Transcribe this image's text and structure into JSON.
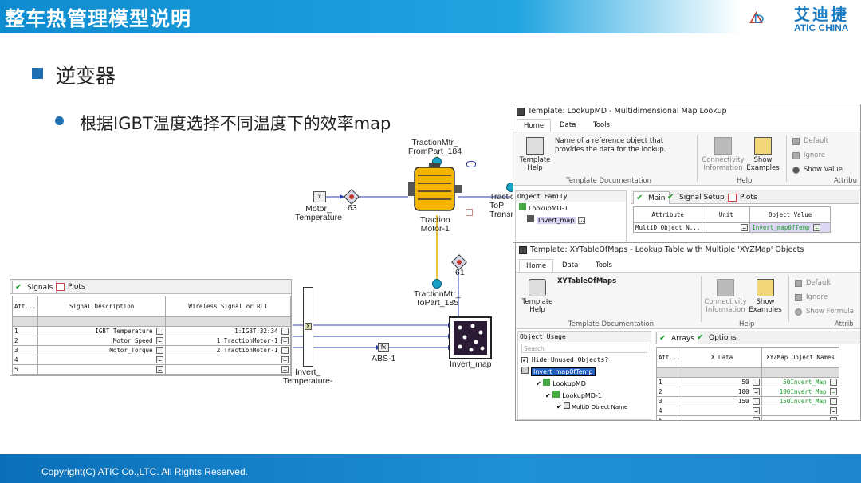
{
  "header": {
    "title": "整车热管理模型说明",
    "logo_cn": "艾迪捷",
    "logo_en": "ATIC CHINA"
  },
  "slide": {
    "section_title": "逆变器",
    "sub_title": "根据IGBT温度选择不同温度下的效率map"
  },
  "footer": {
    "copyright": "Copyright(C) ATIC Co.,LTC. All Rights Reserved."
  },
  "diagram": {
    "from_part_label": "TractionMtr_\nFromPart_184",
    "motor_label": "Traction\nMotor-1",
    "to_part_label": "TractionMtr_\nToPart_185",
    "motor_temp_label": "Motor_\nTemperature",
    "node_63": "63",
    "node_61": "61",
    "transmission_label": "Tractio\nToP\nTransm",
    "invert_temp_label": "Invert_\nTemperature-",
    "abs_label": "ABS-1",
    "invert_map_label": "Invert_map"
  },
  "signals_panel": {
    "tabs": [
      "Signals",
      "Plots"
    ],
    "columns": [
      "Att...",
      "Signal Description",
      "Wireless Signal or RLT"
    ],
    "rows": [
      {
        "num": "1",
        "desc": "IGBT Temperature",
        "sig": "1:IGBT:32:34"
      },
      {
        "num": "2",
        "desc": "Motor_Speed",
        "sig": "1:TractionMotor-1"
      },
      {
        "num": "3",
        "desc": "Motor_Torque",
        "sig": "2:TractionMotor-1"
      },
      {
        "num": "4",
        "desc": "",
        "sig": ""
      },
      {
        "num": "5",
        "desc": "",
        "sig": ""
      }
    ]
  },
  "lookup_window": {
    "title": "Template: LookupMD - Multidimensional Map Lookup",
    "tabs": [
      "Home",
      "Data",
      "Tools"
    ],
    "template_help": "Template\nHelp",
    "help_text": "Name of a reference object that provides the data for the lookup.",
    "template_doc": "Template Documentation",
    "connectivity": "Connectivity\nInformation",
    "show_examples": "Show\nExamples",
    "help_group": "Help",
    "default": "Default",
    "ignore": "Ignore",
    "show_value": "Show Value",
    "attrib_group": "Attribu",
    "object_family": "Object Family",
    "tree": [
      "LookupMD-1",
      "Invert_map"
    ],
    "subtabs": [
      "Main",
      "Signal Setup",
      "Plots"
    ],
    "columns": [
      "Attribute",
      "Unit",
      "Object Value"
    ],
    "row_attr": "MultiD Object N...",
    "row_value": "Invert_map0fTemp"
  },
  "xyz_window": {
    "title": "Template: XYTableOfMaps - Lookup Table with Multiple 'XYZMap' Objects",
    "tabs": [
      "Home",
      "Data",
      "Tools"
    ],
    "name": "XYTableOfMaps",
    "template_help": "Template\nHelp",
    "template_doc": "Template Documentation",
    "connectivity": "Connectivity\nInformation",
    "show_examples": "Show\nExamples",
    "help_group": "Help",
    "default": "Default",
    "ignore": "Ignore",
    "show_formula": "Show Formula",
    "attrib_group": "Attrib",
    "object_usage": "Object Usage",
    "search_placeholder": "Search",
    "hide_unused": "Hide Unused Objects?",
    "tree": [
      "Invert_map0fTemp",
      "LookupMD",
      "LookupMD-1",
      "MultiD Object Name"
    ],
    "subtabs": [
      "Arrays",
      "Options"
    ],
    "columns": [
      "Att...",
      "X Data",
      "XYZMap Object Names"
    ],
    "rows": [
      {
        "num": "1",
        "x": "50",
        "name": "50Invert_Map"
      },
      {
        "num": "2",
        "x": "100",
        "name": "100Invert_Map"
      },
      {
        "num": "3",
        "x": "150",
        "name": "150Invert_Map"
      },
      {
        "num": "4",
        "x": "",
        "name": ""
      },
      {
        "num": "5",
        "x": "",
        "name": ""
      }
    ]
  },
  "colors": {
    "header_blue": "#0f8ccf",
    "footer_blue": "#0a6fb8",
    "bullet_blue": "#1f6fb4",
    "motor_orange": "#f4b400",
    "link_green": "#1a9a2a"
  }
}
